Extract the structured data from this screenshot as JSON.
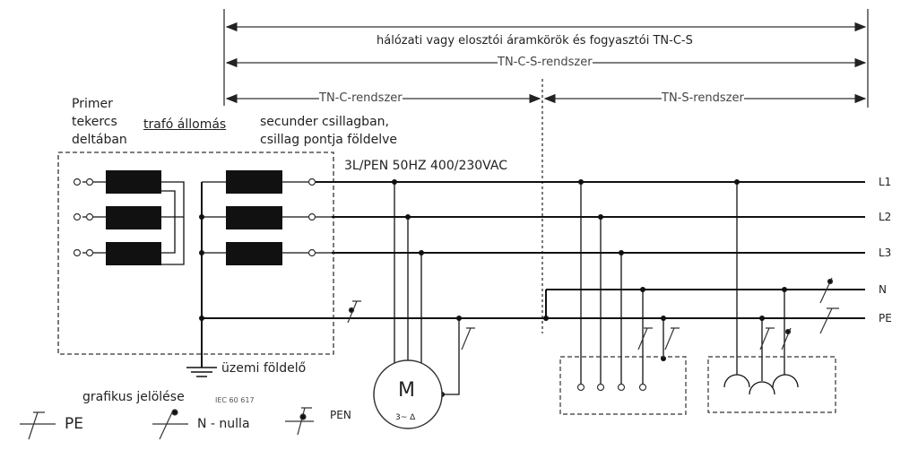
{
  "header": {
    "overall": "hálózati vagy elosztói áramkörök és fogyasztói TN-C-S",
    "tncs": "TN-C-S-rendszer",
    "tnc": "TN-C-rendszer",
    "tns": "TN-S-rendszer"
  },
  "labels": {
    "primary": [
      "Primer",
      "tekercs",
      "deltában"
    ],
    "station": "trafó állomás",
    "secondary": [
      "secunder csillagban,",
      "csillag pontja földelve"
    ],
    "supply": "3L/PEN 50HZ 400/230VAC",
    "earth": "üzemi  földelő",
    "graphics": "grafikus jelölése",
    "standard": "IEC 60 617",
    "motor_letter": "M",
    "motor_spec": "3~ Δ"
  },
  "lines": [
    "L1",
    "L2",
    "L3",
    "N",
    "PE"
  ],
  "legend": {
    "pe": "PE",
    "n": "N - nulla",
    "pen": "PEN"
  }
}
